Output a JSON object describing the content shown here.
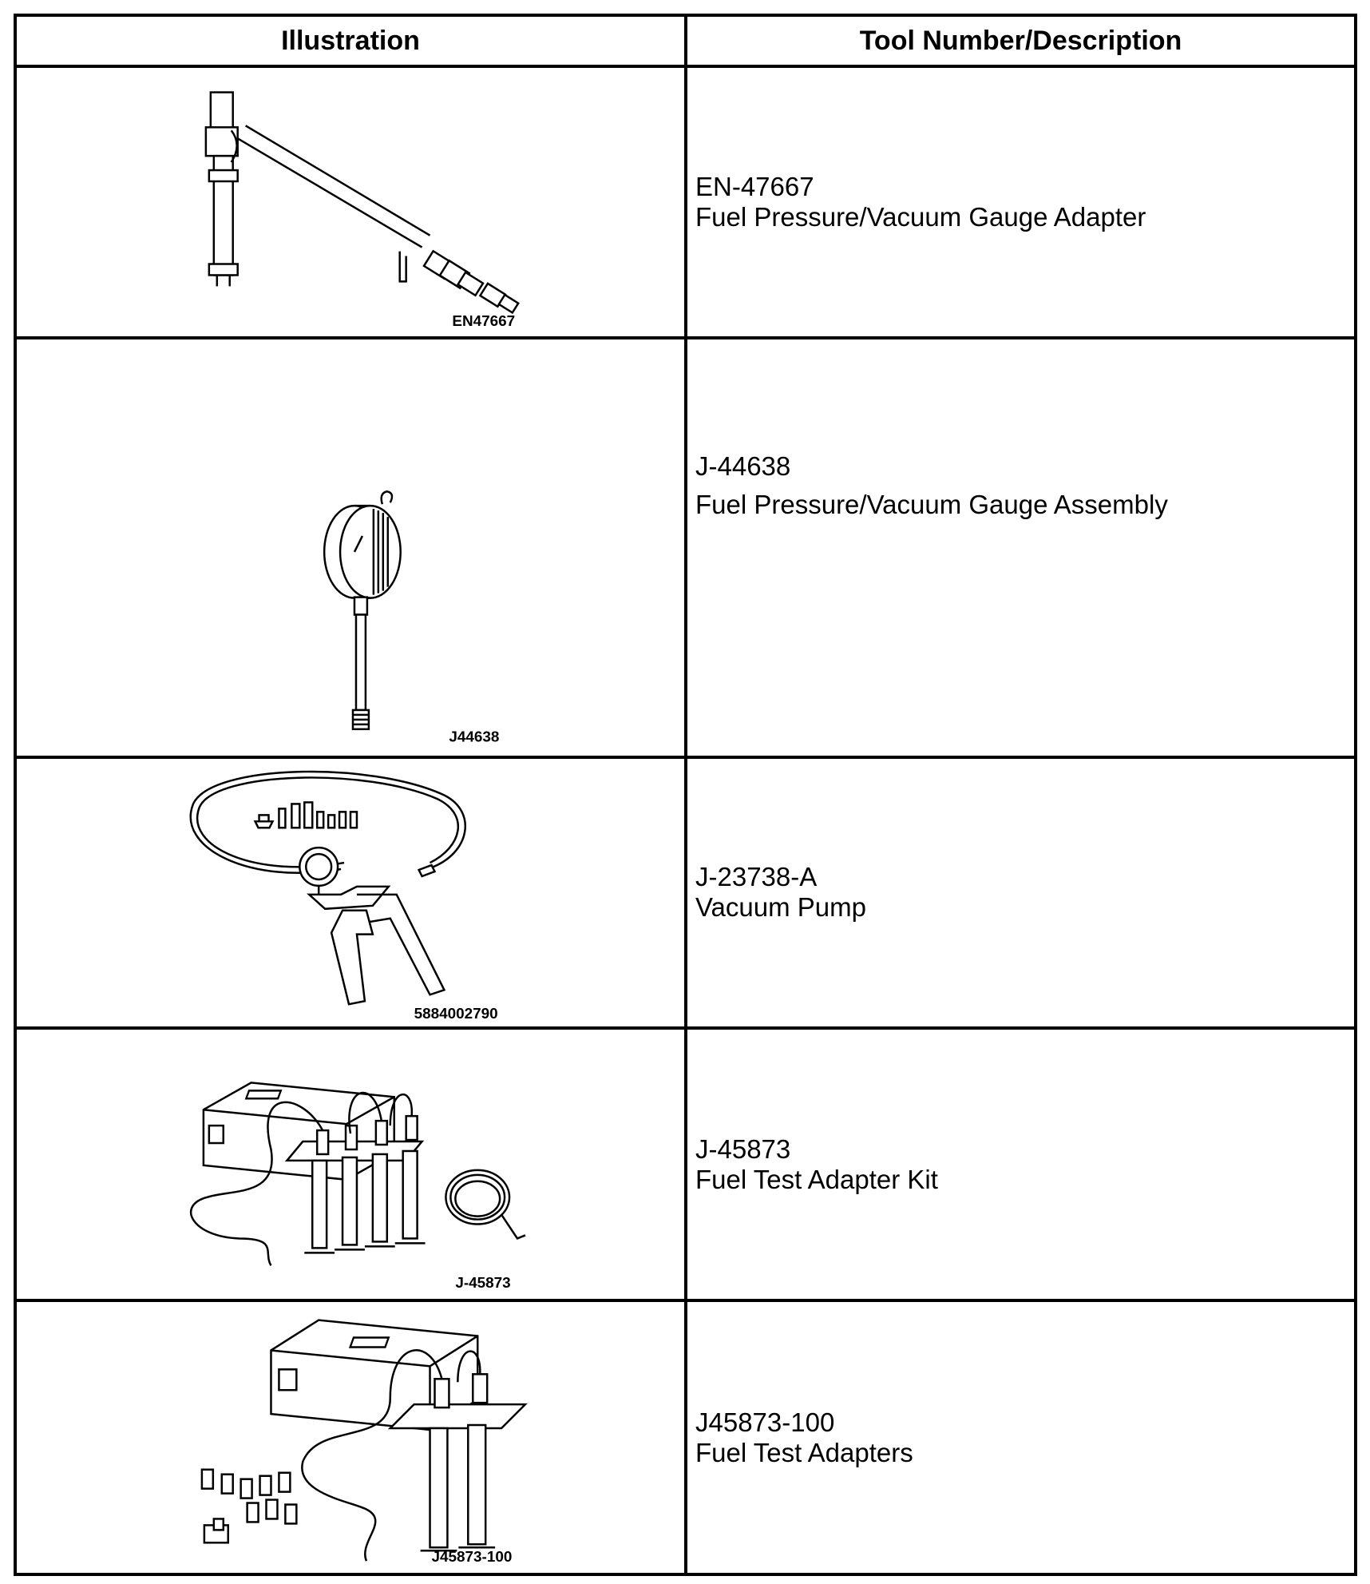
{
  "table": {
    "headers": {
      "illustration": "Illustration",
      "description": "Tool Number/Description"
    },
    "rows": [
      {
        "caption": "EN47667",
        "tool_number": "EN-47667",
        "description": "Fuel Pressure/Vacuum Gauge Adapter",
        "illustration_icon": "fuel-pressure-adapter-icon"
      },
      {
        "caption": "J44638",
        "tool_number": "J-44638",
        "description": "Fuel Pressure/Vacuum Gauge Assembly",
        "illustration_icon": "pressure-gauge-icon"
      },
      {
        "caption": "5884002790",
        "tool_number": "J-23738-A",
        "description": "Vacuum Pump",
        "illustration_icon": "vacuum-pump-icon"
      },
      {
        "caption": "J-45873",
        "tool_number": "J-45873",
        "description": "Fuel Test Adapter Kit",
        "illustration_icon": "fuel-test-kit-icon"
      },
      {
        "caption": "J45873-100",
        "tool_number": "J45873-100",
        "description": "Fuel Test Adapters",
        "illustration_icon": "fuel-test-adapters-icon"
      }
    ]
  }
}
